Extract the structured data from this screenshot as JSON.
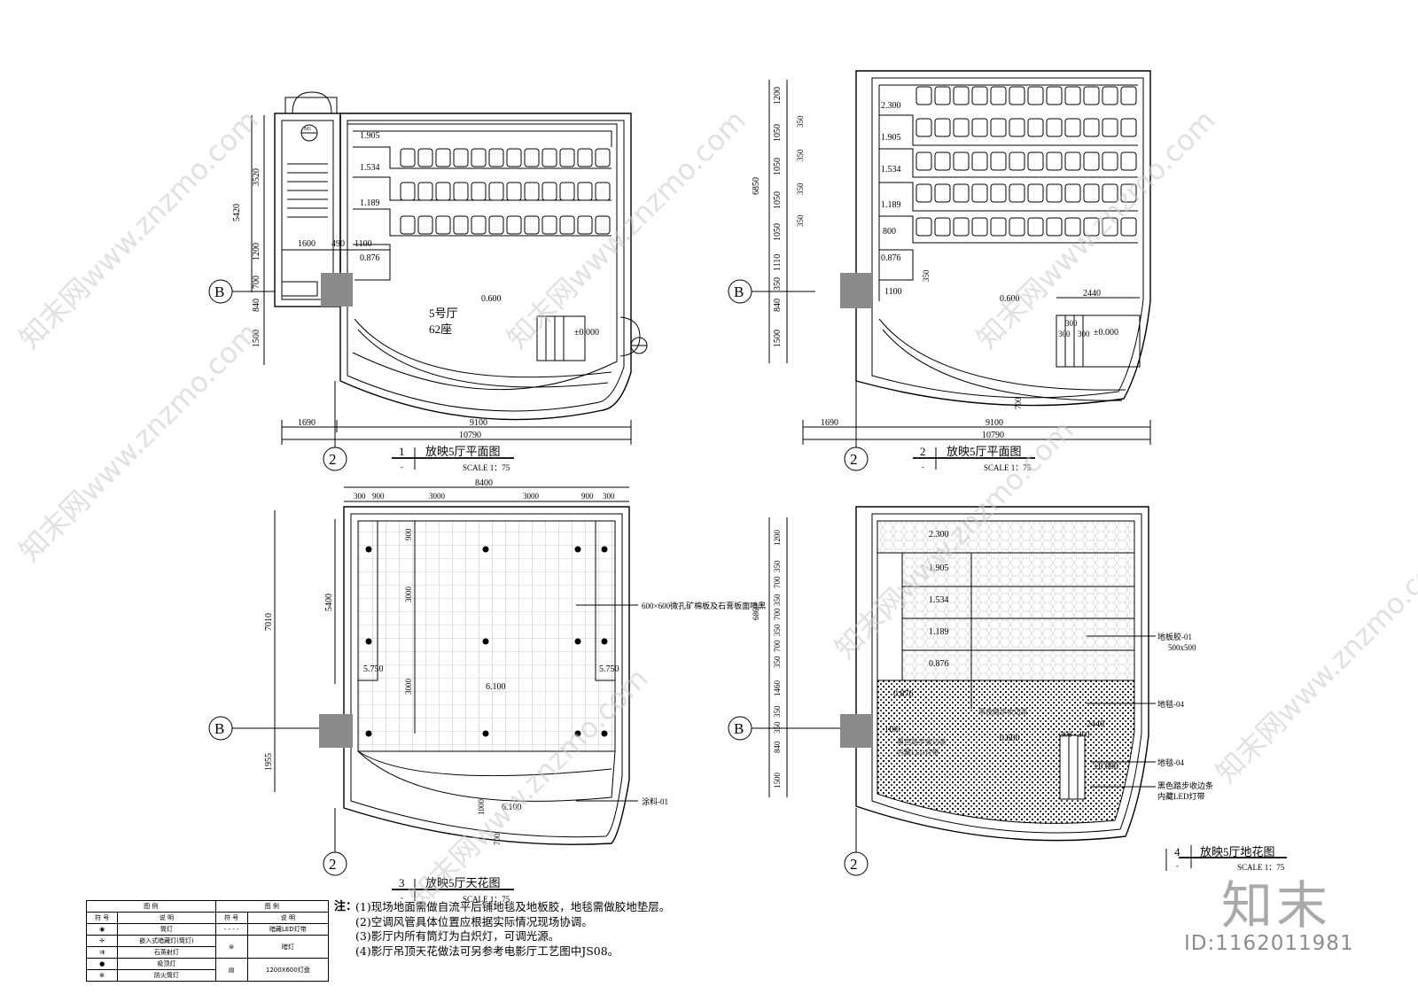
{
  "drawings": [
    {
      "id": "1",
      "title": "放映5厅平面图",
      "sub": "-",
      "scale": "SCALE 1：75"
    },
    {
      "id": "2",
      "title": "放映5厅平面图",
      "sub": "-",
      "scale": "SCALE 1：75"
    },
    {
      "id": "3",
      "title": "放映5厅天花图",
      "sub": "-",
      "scale": "SCALE 1：75"
    },
    {
      "id": "4",
      "title": "放映5厅地花图",
      "sub": "-",
      "scale": "SCALE 1：75"
    }
  ],
  "plan1": {
    "hall_name": "5号厅",
    "seat_count": "62座",
    "levels": [
      "1.905",
      "1.534",
      "1.189",
      "0.876",
      "0.600",
      "±0.000"
    ],
    "dims_left": [
      "5420",
      "3520",
      "1200",
      "700",
      "840",
      "1500"
    ],
    "dims_top": [
      "1600",
      "490",
      "1100"
    ],
    "dims_bottom": [
      "1690",
      "9100",
      "10790"
    ],
    "door_tag": "M1"
  },
  "plan2": {
    "levels": [
      "2.300",
      "1.905",
      "1.534",
      "1.189",
      "0.876",
      "0.600",
      "±0.000"
    ],
    "dims_left": [
      "6850",
      "1200",
      "1050",
      "1050",
      "1050",
      "1050",
      "1110",
      "350",
      "840",
      "1500"
    ],
    "dims_row": [
      "350",
      "350",
      "350",
      "350"
    ],
    "dims_misc": [
      "800",
      "1100",
      "350",
      "2440",
      "300",
      "300",
      "300",
      "700"
    ],
    "dims_bottom": [
      "1690",
      "9100",
      "10790"
    ]
  },
  "ceiling": {
    "dims_top": [
      "8400",
      "300",
      "900",
      "3000",
      "3000",
      "900",
      "300"
    ],
    "dims_left": [
      "7010",
      "5400",
      "1955"
    ],
    "dims_inner": [
      "900",
      "3000",
      "3000",
      "1000",
      "700"
    ],
    "levels": [
      "5.750",
      "5.750",
      "6.100",
      "6.100"
    ],
    "callouts": [
      "600×600微孔矿棉板及石膏板面喷黑",
      "涂料-01"
    ]
  },
  "floor": {
    "dims_left": [
      "6860",
      "1200",
      "350",
      "700",
      "350",
      "700",
      "350",
      "700",
      "350",
      "1460",
      "350",
      "350",
      "840",
      "1500"
    ],
    "levels": [
      "2.300",
      "1.905",
      "1.534",
      "1.189",
      "0.876",
      "0.876",
      "0.600",
      "±0.000"
    ],
    "dims_misc": [
      "1100",
      "300",
      "300",
      "2440"
    ],
    "callouts": [
      "地板胶-01",
      "500x500",
      "地毯-04",
      "地毯-04",
      "黑色踏步收边条",
      "内藏LED灯带"
    ],
    "inner_labels": [
      "黑色踏步收边条",
      "黑色踏步收边条",
      "内藏LED灯带"
    ]
  },
  "axes": {
    "row": "B",
    "col": "2"
  },
  "notes": {
    "title": "注：",
    "items": [
      "(1)现场地面需做自流平后铺地毯及地板胶，地毯需做胶地垫层。",
      "(2)空调风管具体位置应根据实际情况现场协调。",
      "(3)影厅内所有筒灯为白炽灯，可调光源。",
      "(4)影厅吊顶天花做法可另参考电影厅工艺图中JS08。"
    ]
  },
  "legend": {
    "head_left": "图 例",
    "head_right": "图 例",
    "col_symbol": "符 号",
    "col_desc": "说 明",
    "left_rows": [
      "筒灯",
      "嵌入式暗藏灯(筒灯)",
      "石英射灯",
      "吸顶灯",
      "防火筒灯"
    ],
    "right_rows": [
      "暗藏LED灯带",
      "暗灯",
      "1200X600灯盘"
    ]
  },
  "brand": {
    "name": "知末",
    "id": "ID:1162011981",
    "watermark": "知末网www.znzmo.com"
  }
}
